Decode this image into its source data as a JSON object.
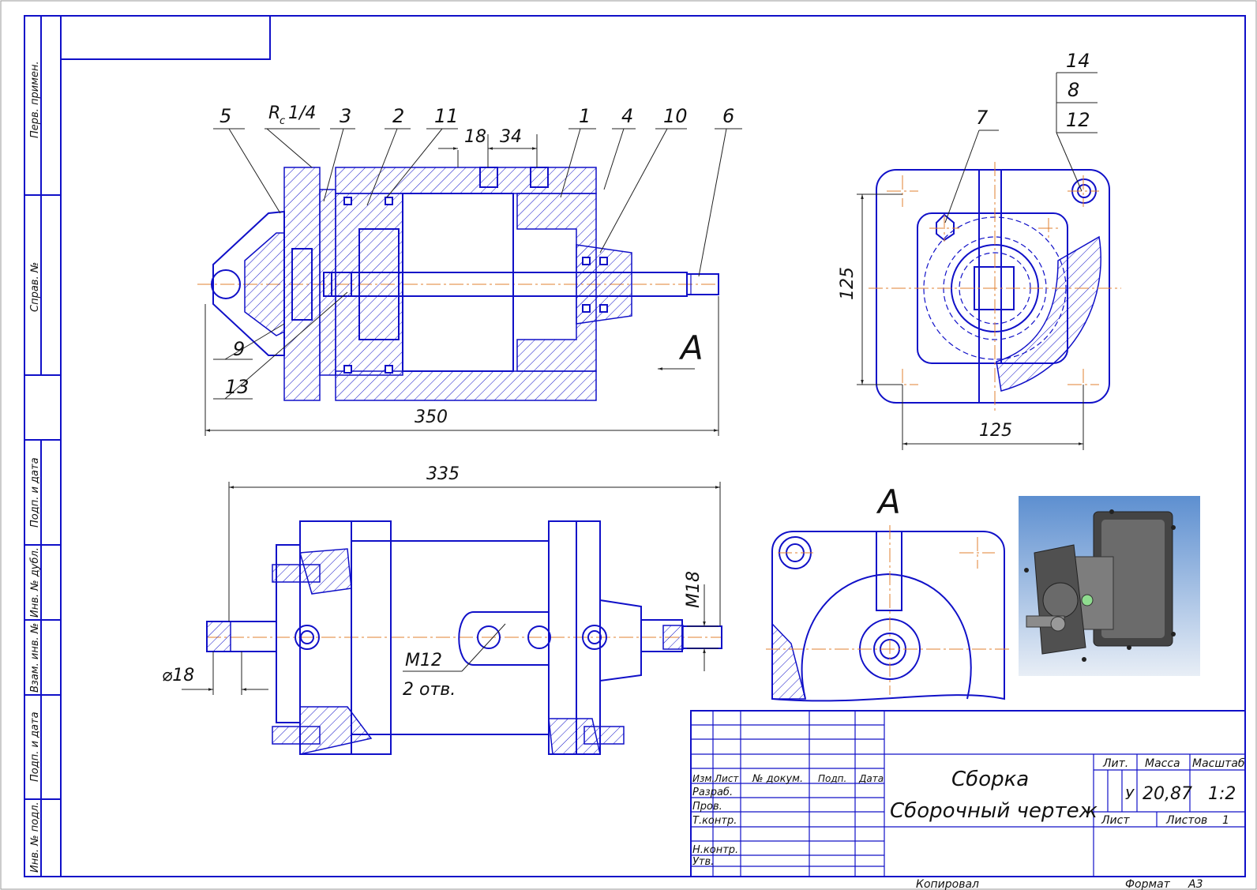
{
  "side_labels": [
    "Перв. примен.",
    "Справ. №",
    "Подп. и дата",
    "Инв. № дубл.",
    "Взам. инв. №",
    "Подп. и дата",
    "Инв. № подл."
  ],
  "section": {
    "callouts": [
      "5",
      "3",
      "2",
      "11",
      "1",
      "4",
      "10",
      "6",
      "9",
      "13"
    ],
    "thread_label": "1/4",
    "thread_symbol": "R",
    "thread_sub": "c",
    "dims": [
      "18",
      "34",
      "350"
    ],
    "view_arrow": "A"
  },
  "end_view": {
    "callout": "7",
    "stack": [
      "14",
      "8",
      "12"
    ],
    "dims": [
      "125",
      "125"
    ]
  },
  "plan_view": {
    "dims": [
      "335",
      "M18",
      "⌀18"
    ],
    "m12": "M12",
    "holes": "2 отв."
  },
  "view_a": {
    "label": "A"
  },
  "title_block": {
    "row_headers": [
      "Изм.",
      "Лист",
      "№ докум.",
      "Подп.",
      "Дата"
    ],
    "roles": [
      "Разраб.",
      "Пров.",
      "Т.контр.",
      "Н.контр.",
      "Утв."
    ],
    "title_1": "Сборка",
    "title_2": "Сборочный чертеж",
    "col_headers": [
      "Лит.",
      "Масса",
      "Масштаб"
    ],
    "lit": "У",
    "mass": "20,87",
    "scale": "1:2",
    "sheet_label": "Лист",
    "sheets_label": "Листов",
    "sheets": "1"
  },
  "footer": {
    "copied": "Копировал",
    "format_label": "Формат",
    "format": "A3"
  },
  "colors": {
    "line": "#1010c8",
    "center": "#e08030",
    "dimension": "#222222",
    "render_bg": "#7fa8d6"
  }
}
